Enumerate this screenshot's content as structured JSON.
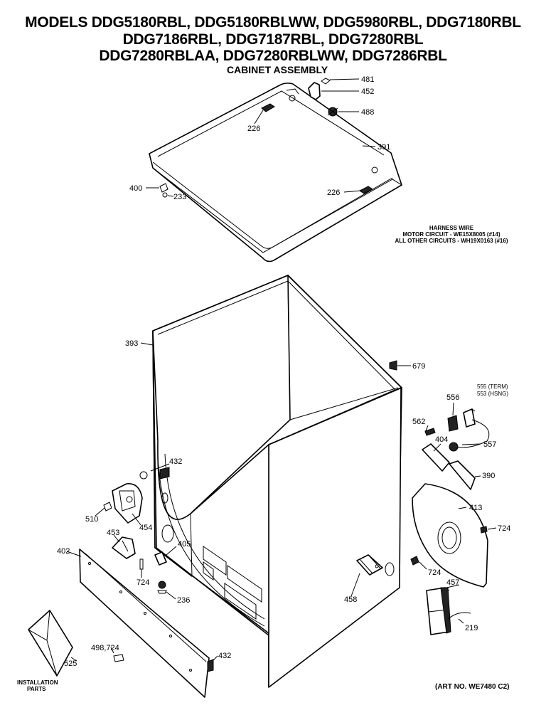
{
  "header": {
    "line1": "MODELS DDG5180RBL, DDG5180RBLWW, DDG5980RBL, DDG7180RBL",
    "line2": "DDG7186RBL, DDG7187RBL, DDG7280RBL",
    "line3": "DDG7280RBLAA, DDG7280RBLWW, DDG7286RBL",
    "subtitle": "CABINET ASSEMBLY"
  },
  "harness": {
    "title": "HARNESS WIRE",
    "motor": "MOTOR CIRCUIT - WE15X8005 (#14)",
    "other": "ALL OTHER CIRCUITS - WH19X0163 (#16)"
  },
  "art_number": "(ART NO. WE7480 C2)",
  "parts": {
    "p481": "481",
    "p452": "452",
    "p488": "488",
    "p226a": "226",
    "p391": "391",
    "p400": "400",
    "p233": "233",
    "p226b": "226",
    "p393": "393",
    "p679": "679",
    "p555": "555 (TERM)",
    "p553": "553 (HSNG)",
    "p556": "556",
    "p562": "562",
    "p404": "404",
    "p557": "557",
    "p390": "390",
    "p432a": "432",
    "p510": "510",
    "p454": "454",
    "p453": "453",
    "p402": "402",
    "p405": "405",
    "p724a": "724",
    "p236": "236",
    "p413": "413",
    "p724b": "724",
    "p724c": "724",
    "p458": "458",
    "p457": "457",
    "p219": "219",
    "p498": "498,724",
    "p432b": "432",
    "p525": "525"
  },
  "installation": {
    "line1": "INSTALLATION",
    "line2": "PARTS"
  }
}
